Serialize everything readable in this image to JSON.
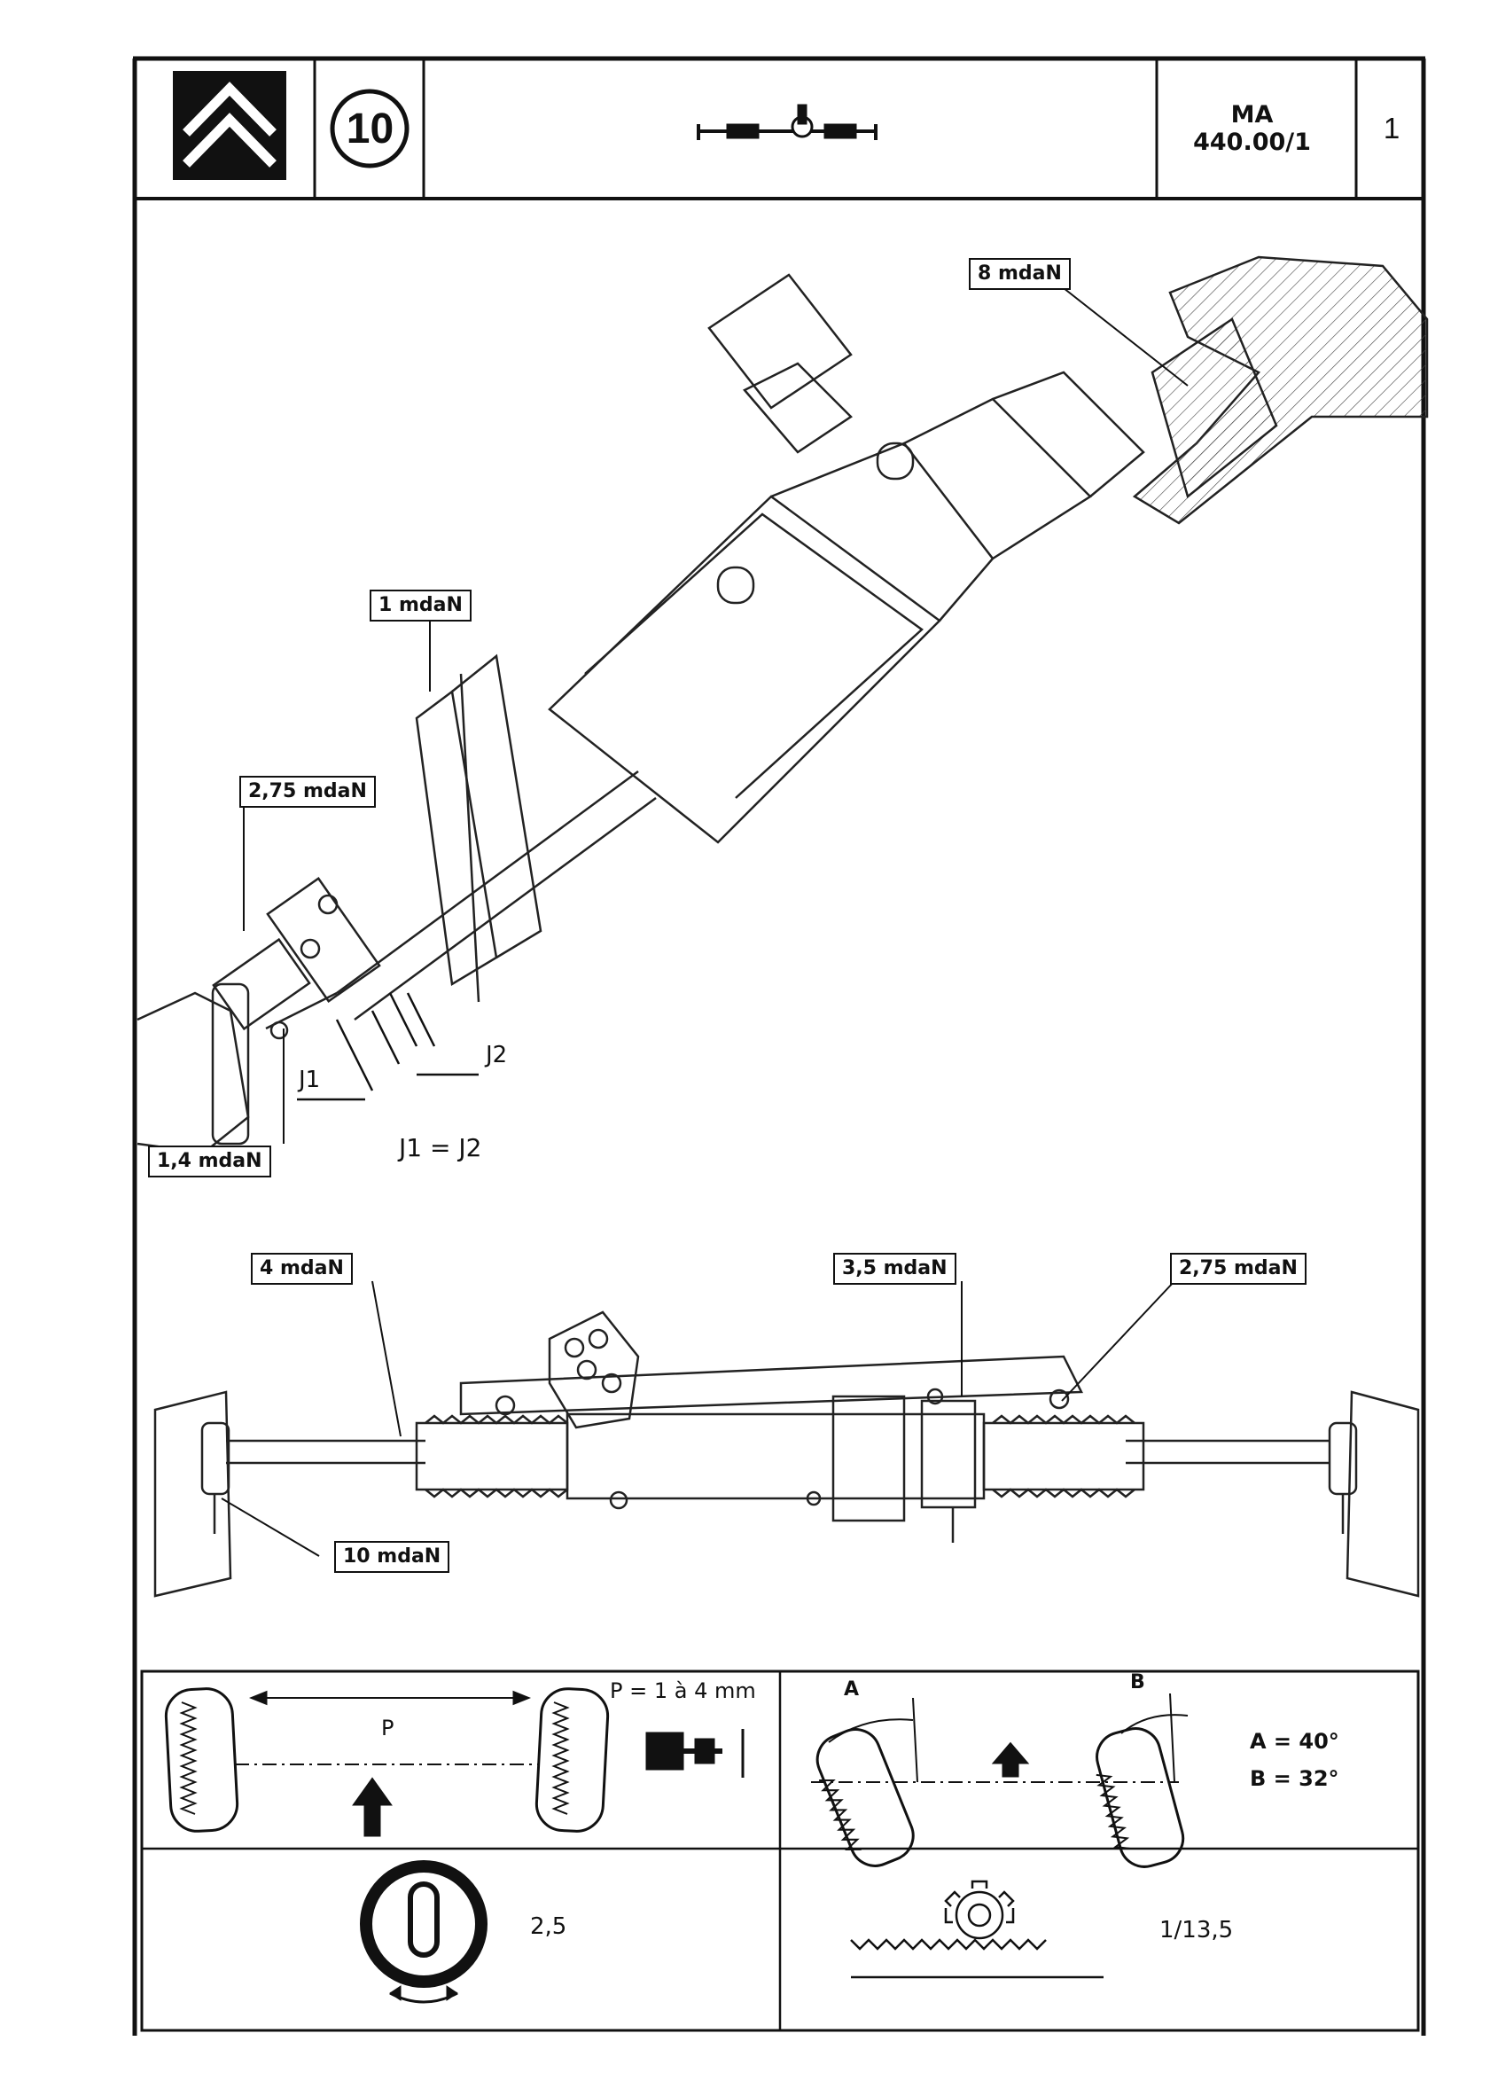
{
  "header": {
    "section_number": "10",
    "reference_line1": "MA",
    "reference_line2": "440.00/1",
    "page_number": "1"
  },
  "torque_labels": {
    "t8": "8 mdaN",
    "t1": "1 mdaN",
    "t275_upper": "2,75 mdaN",
    "t14": "1,4 mdaN",
    "t4": "4 mdaN",
    "t35": "3,5 mdaN",
    "t275_lower": "2,75 mdaN",
    "t10": "10 mdaN"
  },
  "clearances": {
    "j1": "J1",
    "j2": "J2",
    "equation": "J1  =  J2"
  },
  "specs": {
    "toe": {
      "label": "P",
      "value": "P = 1 à 4 mm"
    },
    "angles": {
      "a_letter": "A",
      "b_letter": "B",
      "a_value": "A  =  40°",
      "b_value": "B  =  32°"
    },
    "turns": "2,5",
    "ratio": "1/13,5"
  }
}
